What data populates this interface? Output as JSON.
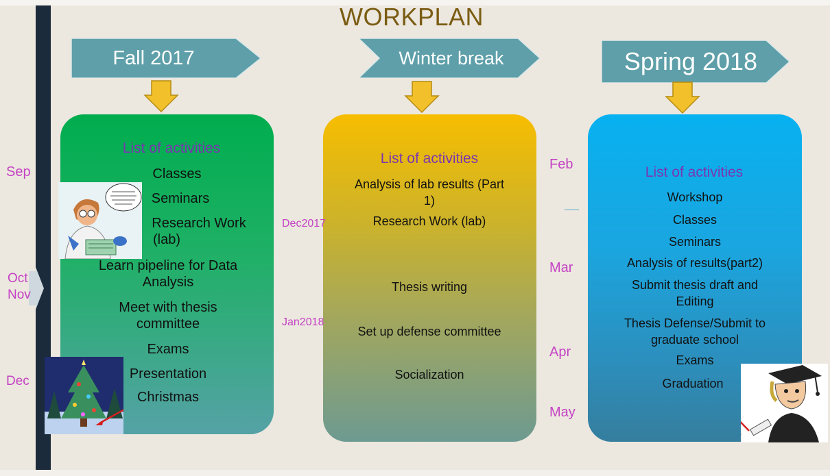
{
  "title": "WORKPLAN",
  "phases": [
    {
      "label": "Fall 2017"
    },
    {
      "label": "Winter break"
    },
    {
      "label": "Spring 2018"
    }
  ],
  "fall": {
    "heading": "List of activities",
    "items": [
      "Classes",
      "Seminars",
      "Research Work",
      "(lab)",
      "Learn  pipeline for Data",
      "Analysis",
      "Meet with thesis",
      "committee",
      "Exams",
      "Presentation",
      "Christmas"
    ]
  },
  "winter": {
    "heading": "List of activities",
    "items": [
      "Analysis of lab results (Part",
      "1)",
      "Research Work (lab)",
      "Thesis writing",
      "Set up defense committee",
      "Socialization"
    ]
  },
  "spring": {
    "heading": "List of activities",
    "items": [
      "Workshop",
      "Classes",
      "Seminars",
      "Analysis of results(part2)",
      "Submit thesis draft and",
      "Editing",
      "Thesis Defense/Submit to",
      "graduate school",
      "Exams",
      "Graduation"
    ]
  },
  "months_left": [
    "Sep",
    "Oct",
    "Nov",
    "Dec"
  ],
  "months_mid": [
    "Dec2017",
    "Jan2018"
  ],
  "months_right": [
    "Feb",
    "Mar",
    "Apr",
    "May"
  ],
  "colors": {
    "title": "#7a5c12",
    "phase_arrow": "#5e9fa9",
    "down_arrow": "#f2c02a",
    "heading": "#7a36b0",
    "month": "#c442c4",
    "timeline_bar": "#1b2b3b"
  },
  "images": [
    "scientist-cartoon-icon",
    "christmas-tree-icon",
    "graduate-cartoon-icon"
  ]
}
